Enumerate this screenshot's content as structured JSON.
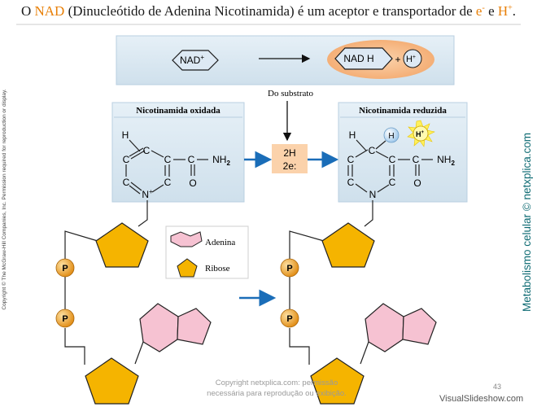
{
  "title": {
    "prefix": "O ",
    "nad": "NAD",
    "middle": " (Dinucleótido de Adenina Nicotinamida) é um aceptor e transportador de ",
    "e": "e",
    "e_sup": "-",
    "and": " e ",
    "h": "H",
    "h_sup": "+",
    "end": "."
  },
  "reaction": {
    "left": "NAD",
    "left_sup": "+",
    "right_nadh": "NAD H",
    "plus": "+",
    "right_h": "H",
    "right_h_sup": "+"
  },
  "substrate_label": "Do substrato",
  "oxidized": {
    "heading": "Nicotinamida oxidada",
    "atoms": {
      "h": "H",
      "c1": "C",
      "c2": "C",
      "c3": "C",
      "c4": "C",
      "c5": "C",
      "c6": "C",
      "o": "O",
      "n": "N",
      "nh": "NH",
      "nh_sub": "2"
    }
  },
  "reduced": {
    "heading": "Nicotinamida reduzida",
    "atoms": {
      "h": "H",
      "h_circle": "H",
      "hplus": "H",
      "hplus_sup": "+",
      "c1": "C",
      "c2": "C",
      "c3": "C",
      "c4": "C",
      "c5": "C",
      "c6": "C",
      "o": "O",
      "n": "N",
      "nh": "NH",
      "nh_sub": "2"
    }
  },
  "transfer": {
    "line1": "2H",
    "line2": "2e:"
  },
  "legend": {
    "adenine": "Adenina",
    "ribose": "Ribose"
  },
  "phosphate": "P",
  "side_left": "Copyright © The McGraw-Hill Companies, Inc. Permission required for reproduction or display.",
  "side_right": "Metabolismo celular © netxplica.com",
  "watermark": {
    "line1": "Copyright netxplica.com: permissão",
    "line2": "necessária para reprodução ou exibição."
  },
  "page_number": "43",
  "brand": "VisualSlideshow.com",
  "colors": {
    "accent": "#e87f06",
    "panel": "#dce9f2",
    "arrow_blue": "#1a6db8",
    "ribose": "#f5b400",
    "adenine": "#f6c2d2",
    "phosphate": "#f4a428",
    "brand_teal": "#0e6b73"
  }
}
